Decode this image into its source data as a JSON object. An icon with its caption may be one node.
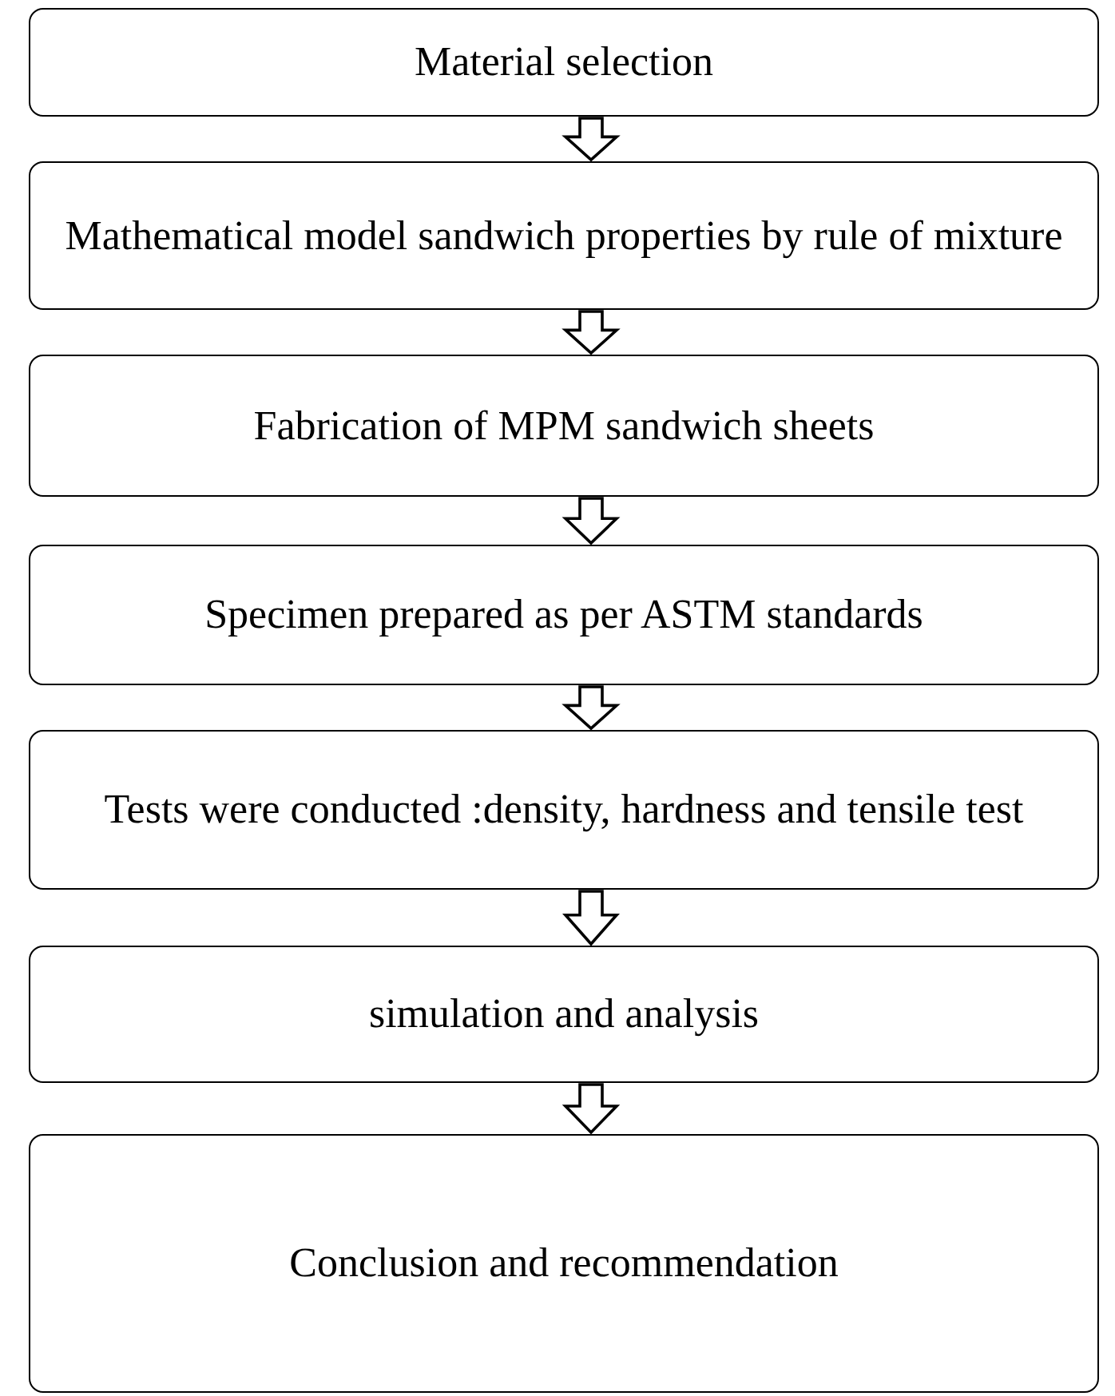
{
  "diagram": {
    "nodes": [
      {
        "text": [
          "Material selection"
        ]
      },
      {
        "text": [
          "Mathematical model sandwich properties by rule of mixture"
        ]
      },
      {
        "text": [
          "Fabrication of MPM sandwich sheets"
        ]
      },
      {
        "text": [
          "Specimen prepared as per ASTM standards"
        ]
      },
      {
        "text": [
          "Tests were conducted :density, hardness and tensile test"
        ]
      },
      {
        "text": [
          "simulation and analysis"
        ]
      },
      {
        "text": [
          "Conclusion and recommendation"
        ]
      }
    ],
    "edges": [
      {
        "from": 0,
        "to": 1,
        "arrow": "to"
      },
      {
        "from": 1,
        "to": 2,
        "arrow": "to"
      },
      {
        "from": 2,
        "to": 3,
        "arrow": "to"
      },
      {
        "from": 3,
        "to": 4,
        "arrow": "to"
      },
      {
        "from": 4,
        "to": 5,
        "arrow": "to"
      },
      {
        "from": 5,
        "to": 6,
        "arrow": "to"
      }
    ]
  }
}
